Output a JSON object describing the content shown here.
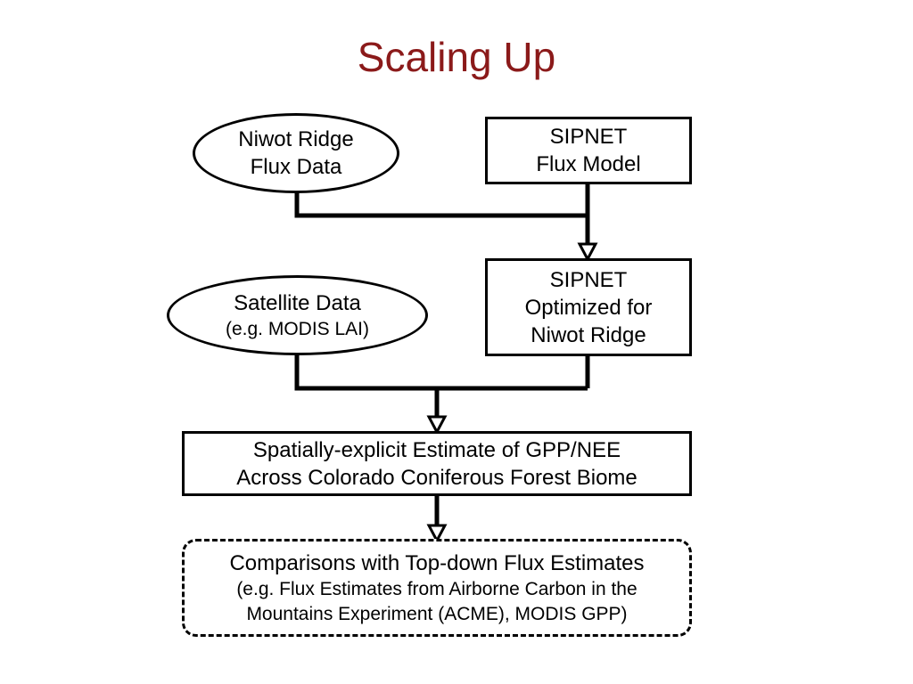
{
  "title": "Scaling Up",
  "nodes": {
    "niwot_flux": {
      "lines": [
        "Niwot Ridge",
        "Flux Data"
      ]
    },
    "sipnet_model": {
      "lines": [
        "SIPNET",
        "Flux Model"
      ]
    },
    "sipnet_optimized": {
      "lines": [
        "SIPNET",
        "Optimized for",
        "Niwot Ridge"
      ]
    },
    "satellite": {
      "lines": [
        "Satellite Data",
        "(e.g. MODIS LAI)"
      ]
    },
    "spatial_estimate": {
      "lines": [
        "Spatially-explicit Estimate of GPP/NEE",
        "Across Colorado Coniferous Forest Biome"
      ]
    },
    "comparisons": {
      "lines": [
        "Comparisons with Top-down Flux Estimates",
        "(e.g. Flux Estimates from Airborne Carbon in the",
        "Mountains Experiment (ACME), MODIS GPP)"
      ]
    }
  },
  "colors": {
    "title": "#8b1a1a",
    "stroke": "#000000"
  }
}
